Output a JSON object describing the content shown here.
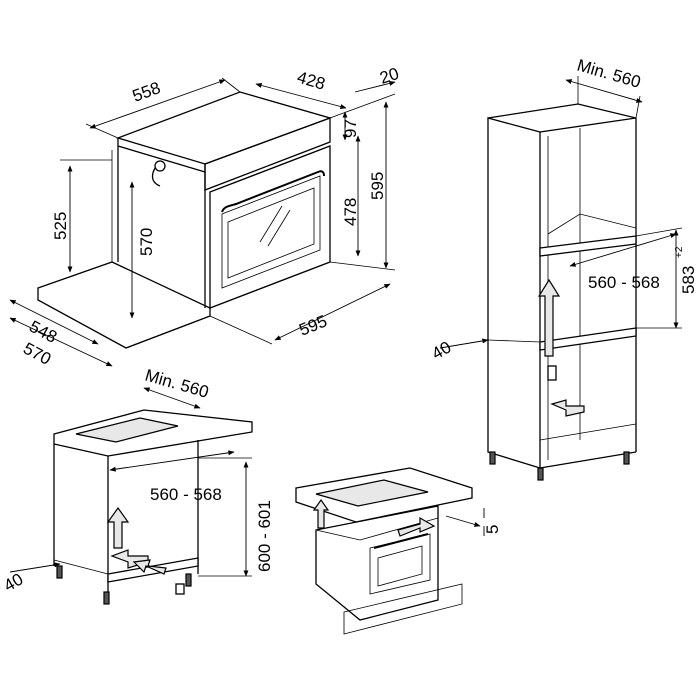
{
  "labels": {
    "oven_width": "558",
    "oven_depth_top": "428",
    "oven_depth_panel": "20",
    "panel_height": "97",
    "oven_height_total": "595",
    "door_height": "478",
    "side_height_left": "525",
    "inner_height": "570",
    "base_depth_a": "548",
    "base_depth_b": "570",
    "front_width": "595",
    "column_min_width": "Min. 560",
    "column_niche_width": "560 - 568",
    "column_niche_height": "583",
    "column_niche_height_tol": "+2",
    "column_depth": "40",
    "counter_min_width": "Min. 560",
    "counter_niche_width": "560 - 568",
    "counter_niche_height": "600 - 601",
    "counter_depth": "40",
    "hob_gap": "5"
  }
}
